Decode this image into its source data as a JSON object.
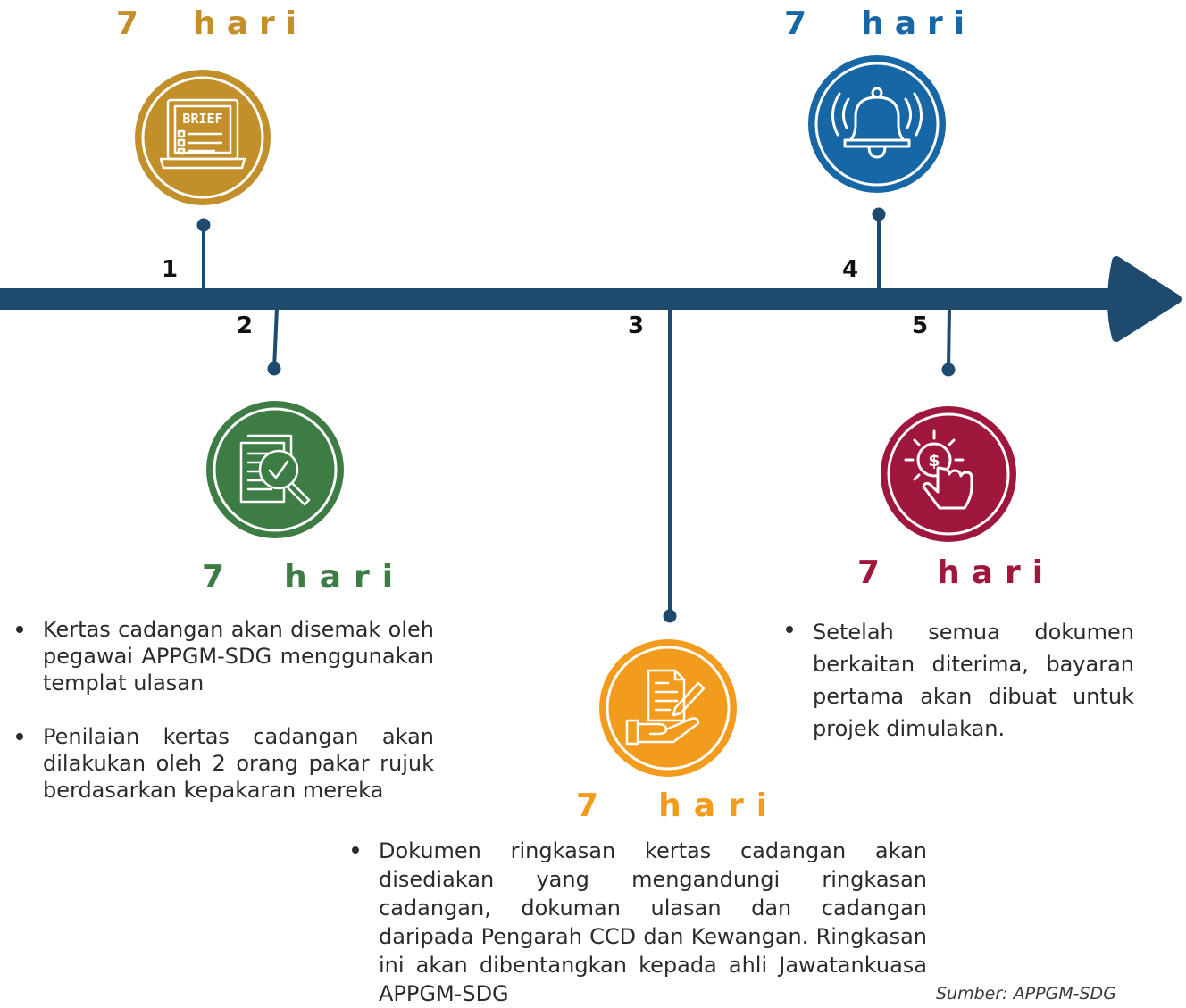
{
  "colors": {
    "timeline": "#1e4a6e",
    "step1": "#c38f2a",
    "step2": "#3e7c45",
    "step3": "#f29b1d",
    "step4": "#1766a6",
    "step5": "#a0173d"
  },
  "steps": [
    {
      "number": "1",
      "days": "7  hari",
      "icon": "brief-laptop-icon",
      "bullets": []
    },
    {
      "number": "2",
      "days": "7  hari",
      "icon": "document-magnifier-check-icon",
      "bullets": [
        "Kertas cadangan akan disemak oleh pegawai APPGM-SDG menggunakan templat ulasan",
        "Penilaian kertas cadangan akan dilakukan oleh 2 orang pakar rujuk berdasarkan kepakaran mereka"
      ]
    },
    {
      "number": "3",
      "days": "7  hari",
      "icon": "document-hand-pen-icon",
      "bullets": [
        "Dokumen ringkasan kertas cadangan akan disediakan yang mengandungi ringkasan cadangan, dokuman ulasan dan cadangan daripada Pengarah CCD dan Kewangan. Ringkasan ini akan dibentangkan kepada ahli Jawatankuasa APPGM-SDG"
      ]
    },
    {
      "number": "4",
      "days": "7  hari",
      "icon": "bell-icon",
      "bullets": []
    },
    {
      "number": "5",
      "days": "7  hari",
      "icon": "dollar-hand-tap-icon",
      "bullets": [
        "Setelah semua dokumen berkaitan diterima, bayaran pertama akan dibuat untuk projek dimulakan."
      ]
    }
  ],
  "source": "Sumber: APPGM-SDG"
}
